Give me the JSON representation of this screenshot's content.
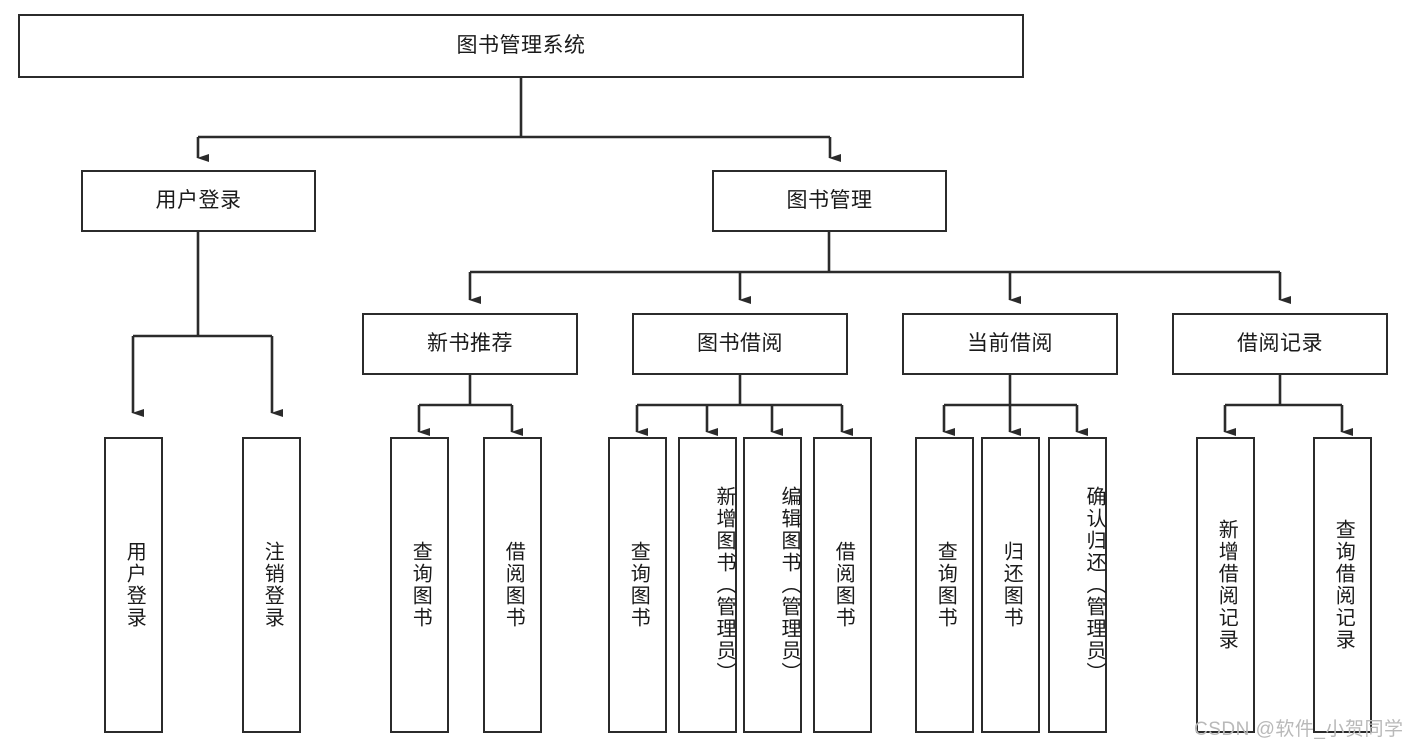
{
  "diagram": {
    "title": "图书管理系统",
    "type": "tree-hierarchy",
    "root": {
      "label": "图书管理系统"
    },
    "level2": [
      {
        "label": "用户登录"
      },
      {
        "label": "图书管理"
      }
    ],
    "level3": [
      {
        "label": "新书推荐",
        "parent": "图书管理"
      },
      {
        "label": "图书借阅",
        "parent": "图书管理"
      },
      {
        "label": "当前借阅",
        "parent": "图书管理"
      },
      {
        "label": "借阅记录",
        "parent": "图书管理"
      }
    ],
    "leaves": {
      "user_login": [
        {
          "label": "用户登录"
        },
        {
          "label": "注销登录"
        }
      ],
      "new_book_recommend": [
        {
          "label": "查询图书"
        },
        {
          "label": "借阅图书"
        }
      ],
      "book_borrow": [
        {
          "label": "查询图书"
        },
        {
          "label": "新增图书（管理员）"
        },
        {
          "label": "编辑图书（管理员）"
        },
        {
          "label": "借阅图书"
        }
      ],
      "current_borrow": [
        {
          "label": "查询图书"
        },
        {
          "label": "归还图书"
        },
        {
          "label": "确认归还（管理员）"
        }
      ],
      "borrow_record": [
        {
          "label": "新增借阅记录"
        },
        {
          "label": "查询借阅记录"
        }
      ]
    }
  },
  "watermark": {
    "text": "CSDN @软件_小贺同学"
  },
  "colors": {
    "border": "#2b2b2b",
    "background": "#ffffff",
    "text": "#1a1a1a",
    "watermark": "#b9b9b9"
  }
}
